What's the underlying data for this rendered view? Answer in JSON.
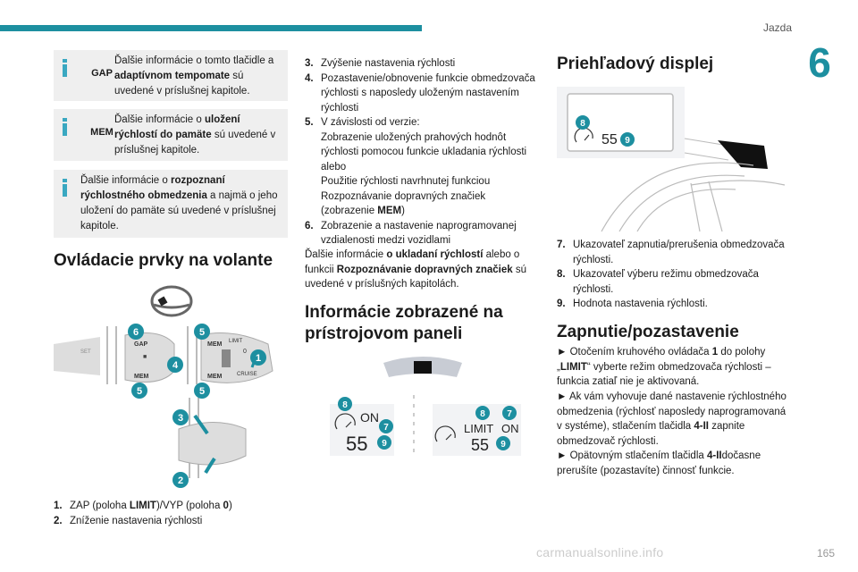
{
  "header": {
    "section": "Jazda",
    "chapter": "6"
  },
  "footer": {
    "page_number": "165",
    "watermark": "carmanualsonline.info"
  },
  "col1": {
    "note_gap": {
      "tag": "GAP",
      "text_1": "Ďalšie informácie o tomto tlačidle a ",
      "bold": "adaptívnom tempomate",
      "text_2": " sú uvedené v príslušnej kapitole."
    },
    "note_mem": {
      "tag": "MEM",
      "text_1": "Ďalšie informácie o ",
      "bold": "uložení rýchlostí do pamäte",
      "text_2": " sú uvedené v príslušnej kapitole."
    },
    "note_speed": {
      "text_1": "Ďalšie informácie o ",
      "bold": "rozpoznaní rýchlostného obmedzenia",
      "text_2": " a najmä o jeho uložení do pamäte sú uvedené v príslušnej kapitole."
    },
    "heading": "Ovládacie prvky na volante",
    "diagram": {
      "labels": [
        "6",
        "5",
        "4",
        "1",
        "5",
        "5",
        "3",
        "2"
      ],
      "text_set": "SET",
      "text_gap": "GAP",
      "text_mem": "MEM",
      "text_limit": "LIMIT",
      "text_cruise": "CRUISE",
      "text_zero": "0"
    },
    "list": [
      {
        "num": "1.",
        "text_1": "ZAP (poloha ",
        "bold_1": "LIMIT",
        "text_2": ")/VYP (poloha ",
        "bold_2": "0",
        "text_3": ")"
      },
      {
        "num": "2.",
        "text": "Zníženie nastavenia rýchlosti"
      }
    ]
  },
  "col2": {
    "list": [
      {
        "num": "3.",
        "text": "Zvýšenie nastavenia rýchlosti"
      },
      {
        "num": "4.",
        "text": "Pozastavenie/obnovenie funkcie obmedzovača rýchlosti s naposledy uloženým nastavením rýchlosti"
      },
      {
        "num": "5.",
        "text_a": "V závislosti od verzie:",
        "text_b": "Zobrazenie uložených prahových hodnôt rýchlosti pomocou funkcie ukladania rýchlosti",
        "text_c": "alebo",
        "text_d": "Použitie rýchlosti navrhnutej funkciou Rozpoznávanie dopravných značiek (zobrazenie ",
        "bold_d": "MEM",
        "text_e": ")"
      },
      {
        "num": "6.",
        "text": "Zobrazenie a nastavenie naprogramovanej vzdialenosti medzi vozidlami"
      }
    ],
    "para": {
      "text_1": "Ďalšie informácie ",
      "bold_1": "o ukladaní rýchlostí",
      "text_2": " alebo o funkcii ",
      "bold_2": "Rozpoznávanie dopravných značiek",
      "text_3": " sú uvedené v príslušných kapitolách."
    },
    "heading": "Informácie zobrazené na prístrojovom paneli",
    "panel_left": {
      "status": "ON",
      "speed": "55",
      "labels": [
        "8",
        "7",
        "9"
      ]
    },
    "panel_right": {
      "mode": "LIMIT",
      "status": "ON",
      "speed": "55",
      "labels": [
        "8",
        "7",
        "9"
      ]
    }
  },
  "col3": {
    "heading": "Priehľadový displej",
    "hud": {
      "speed": "55",
      "labels": [
        "8",
        "9"
      ]
    },
    "list": [
      {
        "num": "7.",
        "text": "Ukazovateľ zapnutia/prerušenia obmedzovača rýchlosti."
      },
      {
        "num": "8.",
        "text": "Ukazovateľ výberu režimu obmedzovača rýchlosti."
      },
      {
        "num": "9.",
        "text": "Hodnota nastavenia rýchlosti."
      }
    ],
    "heading2": "Zapnutie/pozastavenie",
    "para1": {
      "text_1": "► Otočením kruhového ovládača ",
      "bold_1": "1",
      "text_2": " do polohy „",
      "bold_2": "LIMIT",
      "text_3": "“ vyberte režim obmedzovača rýchlosti – funkcia zatiaľ nie je aktivovaná."
    },
    "para2": {
      "text_1": "► Ak vám vyhovuje dané nastavenie rýchlostného obmedzenia (rýchlosť naposledy naprogramovaná v systéme), stlačením tlačidla ",
      "bold_1": "4-II",
      "text_2": " zapnite obmedzovač rýchlosti."
    },
    "para3": {
      "text_1": "► Opätovným stlačením tlačidla ",
      "bold_1": "4-II",
      "text_2": "dočasne prerušíte (pozastavíte) činnosť funkcie."
    }
  },
  "colors": {
    "accent": "#1d8fa0",
    "note_bg": "#efefef",
    "info_icon": "#3aa8c1"
  }
}
